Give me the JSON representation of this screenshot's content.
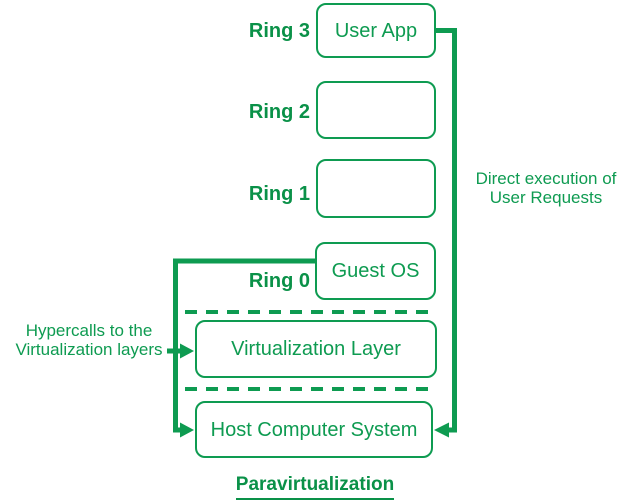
{
  "title": "Paravirtualization",
  "colors": {
    "green": "#0e9b51",
    "background": "#ffffff"
  },
  "rings": [
    {
      "label": "Ring 3",
      "box_label": "User App"
    },
    {
      "label": "Ring 2",
      "box_label": ""
    },
    {
      "label": "Ring 1",
      "box_label": ""
    },
    {
      "label": "Ring 0",
      "box_label": "Guest OS"
    }
  ],
  "layers": [
    {
      "box_label": "Virtualization Layer"
    },
    {
      "box_label": "Host Computer System"
    }
  ],
  "annotations": {
    "direct_execution": {
      "line1": "Direct execution of",
      "line2": "User Requests"
    },
    "hypercalls": {
      "line1": "Hypercalls to the",
      "line2": "Virtualization layers"
    }
  }
}
